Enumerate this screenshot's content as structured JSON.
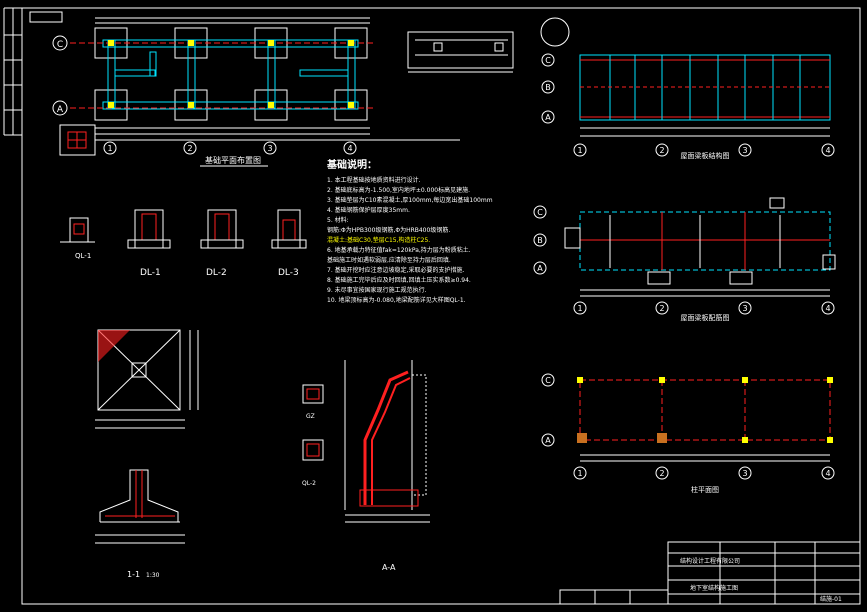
{
  "drawing": {
    "title_foundation_plan": "基础平面布置图",
    "title_roof_structure": "屋面梁板结构图",
    "title_floor_structure": "屋面梁板配筋图",
    "title_column_plan": "柱平面图",
    "title_general_notes": "基础说明：",
    "section_AA": "A-A",
    "section_11": "1-1",
    "section_11_scale": "1:30",
    "beam_labels": [
      "DL-1",
      "DL-2",
      "DL-3"
    ],
    "gz_label": "GZ",
    "ql_label": "QL-2",
    "dl_top_label": "QL-1",
    "axis_letters": [
      "C",
      "B",
      "A"
    ],
    "axis_numbers": [
      "1",
      "2",
      "3",
      "4"
    ],
    "general_notes": [
      "1. 本工程基础按地质资料进行设计.",
      "2. 基础底标高为-1.500,室内地坪±0.000标高见建施.",
      "3. 基础垫层为C10素混凝土,厚100mm,每边宽出基础100mm",
      "4. 基础钢筋保护层厚度35mm.",
      "5. 材料:",
      "   钢筋:Φ为HPB300级钢筋,Φ为HRB400级钢筋.",
      "   混凝土:基础C30,垫层C15,构造柱C25.",
      "6. 地基承载力特征值fak=120kPa,持力层为粉质粘土.",
      "   基础施工时如遇软弱层,应清除至持力层后回填.",
      "7. 基础开挖时应注意边坡稳定,采取必要的支护措施.",
      "8. 基础施工完毕后应及时回填,回填土压实系数≥0.94.",
      "9. 未尽事宜按国家现行施工规范执行.",
      "10. 地梁顶标高为-0.080,地梁配筋详见大样图QL-1."
    ],
    "title_block": {
      "company": "结构设计工程有限公司",
      "project": "地下室结构施工图",
      "drawing_no": "结施-01"
    }
  },
  "colors": {
    "background": "#000000",
    "line_white": "#ffffff",
    "line_cyan": "#00e5ff",
    "line_red": "#ff2020",
    "line_yellow": "#ffff00",
    "line_green": "#00ff66"
  }
}
